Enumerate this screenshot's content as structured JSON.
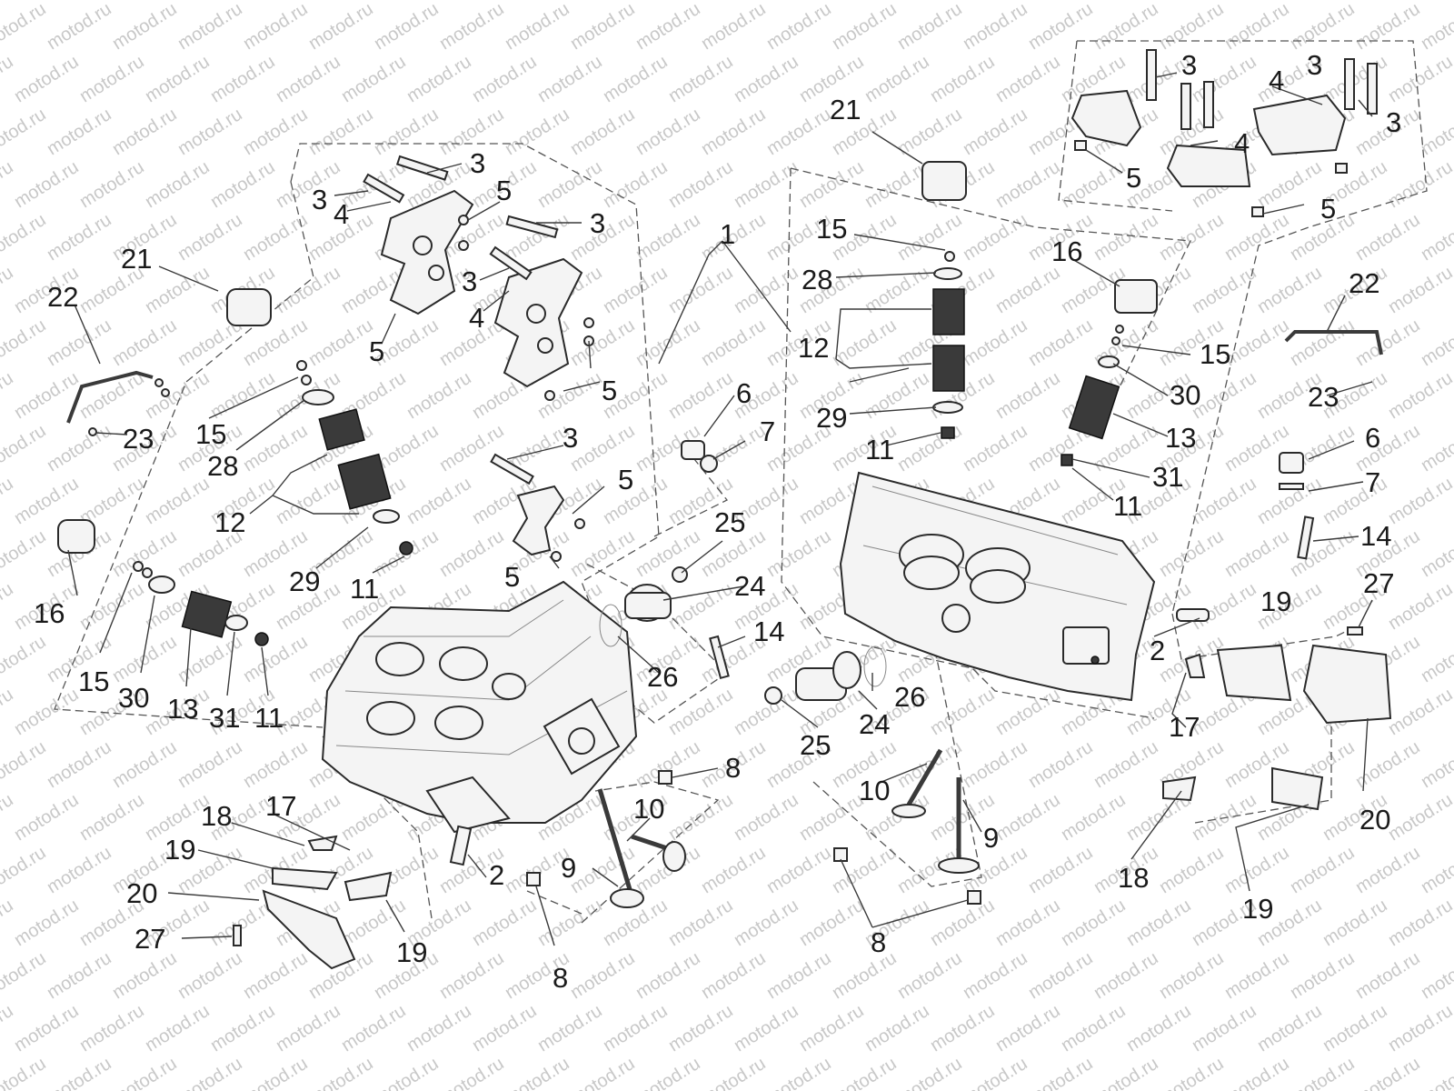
{
  "watermark": "motod.ru",
  "callouts": [
    {
      "id": "c01",
      "text": "3"
    },
    {
      "id": "c02",
      "text": "3"
    },
    {
      "id": "c03",
      "text": "5"
    },
    {
      "id": "c04",
      "text": "4"
    },
    {
      "id": "c05",
      "text": "3"
    },
    {
      "id": "c06",
      "text": "3"
    },
    {
      "id": "c07",
      "text": "4"
    },
    {
      "id": "c08",
      "text": "5"
    },
    {
      "id": "c09",
      "text": "5"
    },
    {
      "id": "c10",
      "text": "1"
    },
    {
      "id": "c11",
      "text": "21"
    },
    {
      "id": "c12",
      "text": "22"
    },
    {
      "id": "c13",
      "text": "15"
    },
    {
      "id": "c14",
      "text": "23"
    },
    {
      "id": "c15",
      "text": "28"
    },
    {
      "id": "c16",
      "text": "12"
    },
    {
      "id": "c17",
      "text": "29"
    },
    {
      "id": "c18",
      "text": "11"
    },
    {
      "id": "c19",
      "text": "16"
    },
    {
      "id": "c20",
      "text": "15"
    },
    {
      "id": "c21",
      "text": "30"
    },
    {
      "id": "c22",
      "text": "13"
    },
    {
      "id": "c23",
      "text": "31"
    },
    {
      "id": "c24",
      "text": "11"
    },
    {
      "id": "c25",
      "text": "3"
    },
    {
      "id": "c26",
      "text": "5"
    },
    {
      "id": "c27",
      "text": "5"
    },
    {
      "id": "c28",
      "text": "6"
    },
    {
      "id": "c29",
      "text": "7"
    },
    {
      "id": "c30",
      "text": "25"
    },
    {
      "id": "c31",
      "text": "24"
    },
    {
      "id": "c32",
      "text": "14"
    },
    {
      "id": "c33",
      "text": "26"
    },
    {
      "id": "c34",
      "text": "8"
    },
    {
      "id": "c35",
      "text": "10"
    },
    {
      "id": "c36",
      "text": "9"
    },
    {
      "id": "c37",
      "text": "2"
    },
    {
      "id": "c38",
      "text": "8"
    },
    {
      "id": "c39",
      "text": "18"
    },
    {
      "id": "c40",
      "text": "17"
    },
    {
      "id": "c41",
      "text": "19"
    },
    {
      "id": "c42",
      "text": "20"
    },
    {
      "id": "c43",
      "text": "27"
    },
    {
      "id": "c44",
      "text": "19"
    },
    {
      "id": "c45",
      "text": "21"
    },
    {
      "id": "c46",
      "text": "15"
    },
    {
      "id": "c47",
      "text": "28"
    },
    {
      "id": "c48",
      "text": "12"
    },
    {
      "id": "c49",
      "text": "29"
    },
    {
      "id": "c50",
      "text": "11"
    },
    {
      "id": "c51",
      "text": "16"
    },
    {
      "id": "c52",
      "text": "15"
    },
    {
      "id": "c53",
      "text": "30"
    },
    {
      "id": "c54",
      "text": "13"
    },
    {
      "id": "c55",
      "text": "31"
    },
    {
      "id": "c56",
      "text": "11"
    },
    {
      "id": "c57",
      "text": "3"
    },
    {
      "id": "c58",
      "text": "4"
    },
    {
      "id": "c59",
      "text": "3"
    },
    {
      "id": "c60",
      "text": "3"
    },
    {
      "id": "c61",
      "text": "4"
    },
    {
      "id": "c62",
      "text": "5"
    },
    {
      "id": "c63",
      "text": "5"
    },
    {
      "id": "c64",
      "text": "22"
    },
    {
      "id": "c65",
      "text": "23"
    },
    {
      "id": "c66",
      "text": "6"
    },
    {
      "id": "c67",
      "text": "7"
    },
    {
      "id": "c68",
      "text": "14"
    },
    {
      "id": "c69",
      "text": "27"
    },
    {
      "id": "c70",
      "text": "19"
    },
    {
      "id": "c71",
      "text": "2"
    },
    {
      "id": "c72",
      "text": "17"
    },
    {
      "id": "c73",
      "text": "26"
    },
    {
      "id": "c74",
      "text": "24"
    },
    {
      "id": "c75",
      "text": "25"
    },
    {
      "id": "c76",
      "text": "10"
    },
    {
      "id": "c77",
      "text": "9"
    },
    {
      "id": "c78",
      "text": "8"
    },
    {
      "id": "c79",
      "text": "18"
    },
    {
      "id": "c80",
      "text": "19"
    },
    {
      "id": "c81",
      "text": "20"
    }
  ]
}
